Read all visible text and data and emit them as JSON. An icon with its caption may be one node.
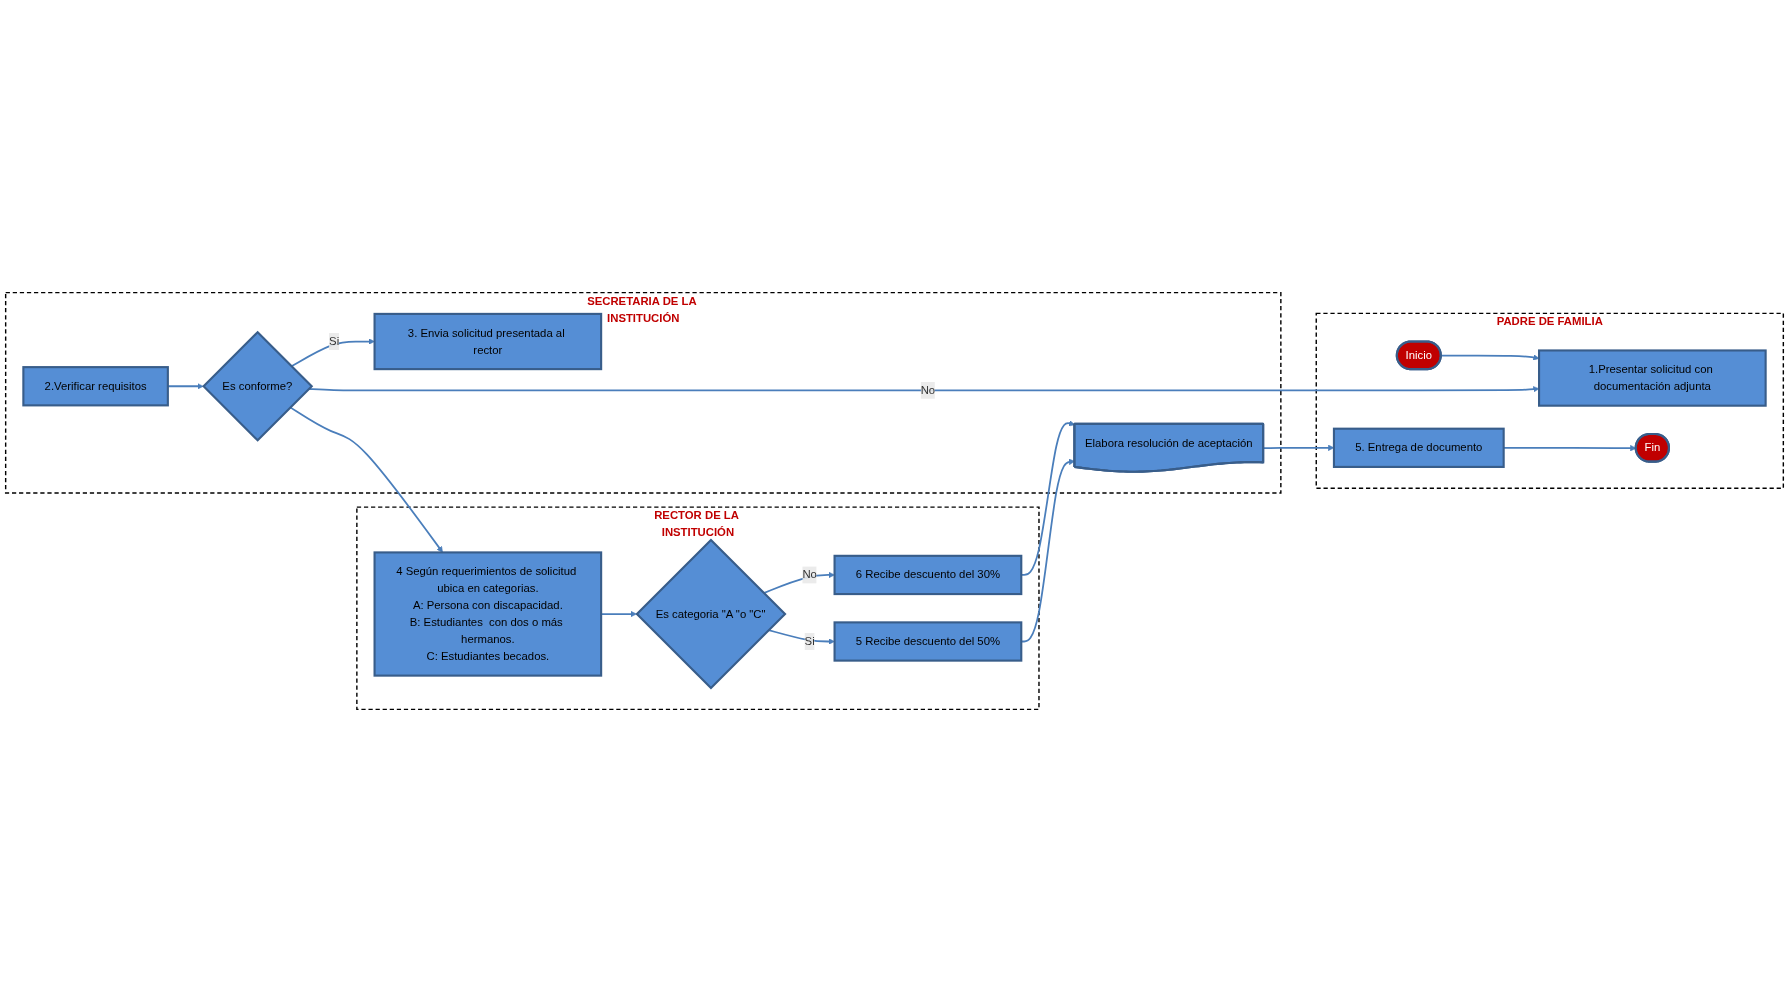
{
  "diagram": {
    "nodes": [
      {
        "text": [
          "PADRE DE FAMILIA"
        ]
      },
      {
        "text": [
          "SECRETARIA DE LA INSTITUCIÓN"
        ]
      },
      {
        "text": [
          "RECTOR DE LA INSTITUCIÓN"
        ]
      },
      {
        "text": [
          "Inicio"
        ],
        "in": 0
      },
      {
        "text": [
          "1.Presentar solicitud con documentación adjunta"
        ],
        "in": 0
      },
      {
        "text": [
          "5. Entrega de documento"
        ],
        "in": 0
      },
      {
        "text": [
          "Fin"
        ],
        "in": 0
      },
      {
        "text": [
          "2.Verificar requisitos"
        ],
        "in": 1
      },
      {
        "text": [
          "Es conforme?"
        ],
        "in": 1
      },
      {
        "text": [
          "3. Envia solicitud presentada al rector"
        ],
        "in": 1
      },
      {
        "text": [
          "Elabora resolución de aceptación"
        ],
        "in": 1
      },
      {
        "text": [
          "4 Según requerimientos de solicitud ubica en categorias.",
          "A: Persona con discapacidad.",
          "B: Estudiantes  con dos o más hermanos.",
          "C: Estudiantes becados."
        ],
        "in": 2
      },
      {
        "text": [
          "Es categoria \"A \"o \"C\""
        ],
        "in": 2
      },
      {
        "text": [
          "6 Recibe descuento del 30%"
        ],
        "in": 2
      },
      {
        "text": [
          "5 Recibe descuento del 50%"
        ],
        "in": 2
      }
    ],
    "edges": [
      {
        "from": 3,
        "to": 4,
        "arrow": "to"
      },
      {
        "from": 7,
        "to": 8,
        "arrow": "to"
      },
      {
        "from": 8,
        "to": 4,
        "label": "No",
        "arrow": "to"
      },
      {
        "from": 8,
        "to": 11,
        "arrow": "to"
      },
      {
        "from": 8,
        "to": 9,
        "label": "Si",
        "arrow": "to"
      },
      {
        "from": 11,
        "to": 12,
        "arrow": "to"
      },
      {
        "from": 12,
        "to": 13,
        "label": "No",
        "arrow": "to"
      },
      {
        "from": 12,
        "to": 14,
        "label": "Si",
        "arrow": "to"
      },
      {
        "from": 13,
        "to": 10,
        "arrow": "to"
      },
      {
        "from": 14,
        "to": 10,
        "arrow": "to"
      },
      {
        "from": 10,
        "to": 5,
        "arrow": "to"
      },
      {
        "from": 5,
        "to": 6,
        "arrow": "to"
      }
    ]
  }
}
